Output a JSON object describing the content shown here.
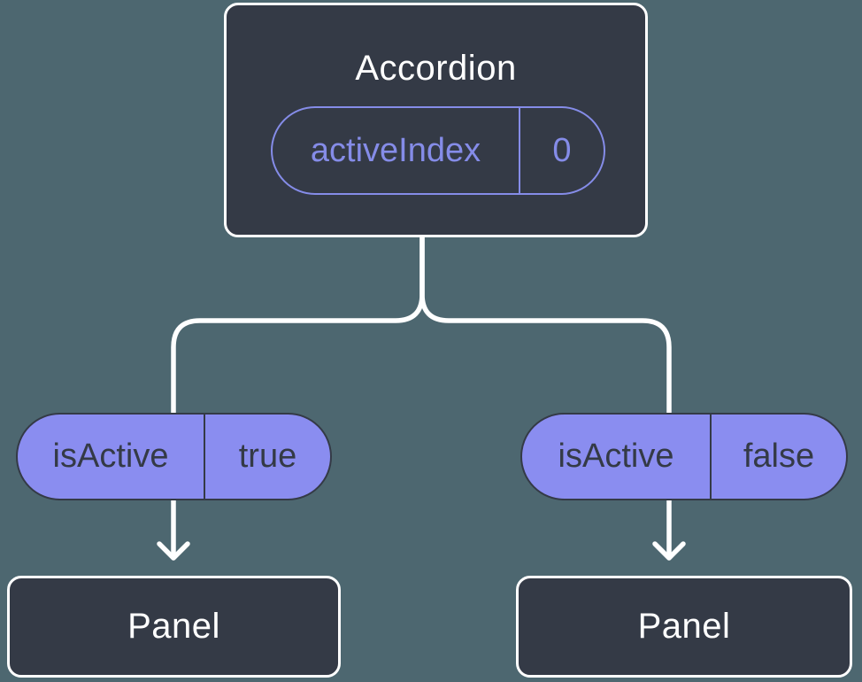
{
  "diagram": {
    "root": {
      "title": "Accordion",
      "state": {
        "name": "activeIndex",
        "value": "0"
      }
    },
    "branches": [
      {
        "prop": {
          "name": "isActive",
          "value": "true"
        },
        "child": {
          "title": "Panel"
        }
      },
      {
        "prop": {
          "name": "isActive",
          "value": "false"
        },
        "child": {
          "title": "Panel"
        }
      }
    ]
  },
  "colors": {
    "background": "#4D6770",
    "node_fill": "#343A46",
    "node_border": "#FFFFFF",
    "pill_fill": "#8A8DF0",
    "pill_outline": "#858CE8",
    "pill_text_dark": "#343A46",
    "connector": "#FFFFFF"
  }
}
